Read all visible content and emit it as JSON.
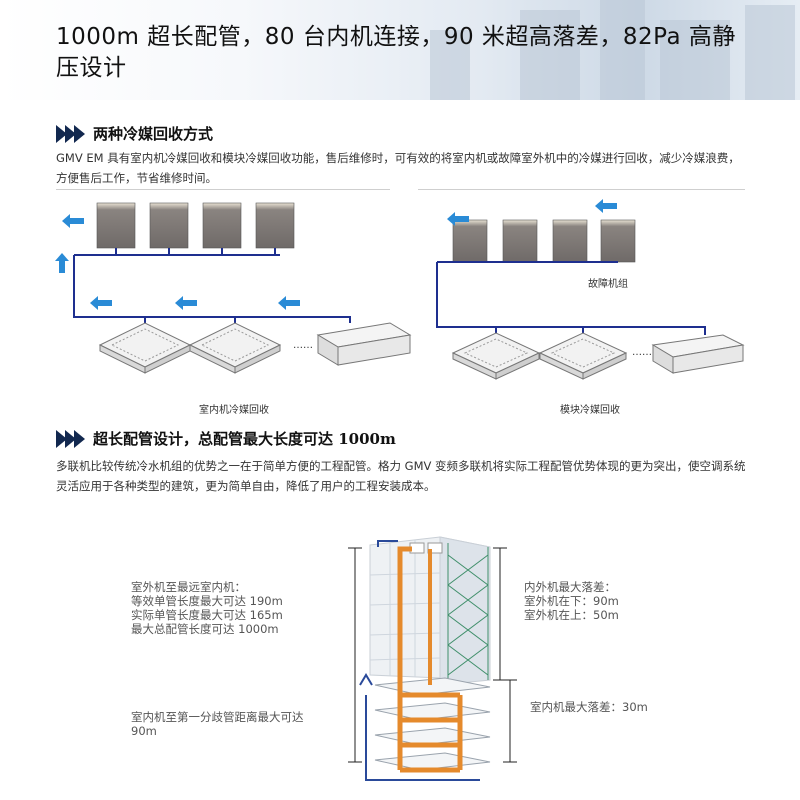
{
  "hero": {
    "title": "1000m 超长配管，80 台内机连接，90 米超高落差，82Pa 高静压设计"
  },
  "section1": {
    "title": "两种冷媒回收方式",
    "paragraph": "GMV EM 具有室内机冷媒回收和模块冷媒回收功能，售后维修时，可有效的将室内机或故障室外机中的冷媒进行回收，减少冷媒浪费，方便售后工作，节省维修时间。",
    "diagram_left_caption": "室内机冷媒回收",
    "diagram_right_caption": "模块冷媒回收",
    "fault_label": "故障机组",
    "ellipsis": "……"
  },
  "section2": {
    "title": "超长配管设计，总配管最大长度可达 1000m",
    "paragraph": "多联机比较传统冷水机组的优势之一在于简单方便的工程配管。格力 GMV 变频多联机将实际工程配管优势体现的更为突出，使空调系统灵活应用于各种类型的建筑，更为简单自由，降低了用户的工程安装成本。",
    "left_notes": [
      "室外机至最远室内机：",
      "等效单管长度最大可达 190m",
      "实际单管长度最大可达 165m",
      "最大总配管长度可达 1000m"
    ],
    "left_bottom_notes": [
      "室内机至第一分歧管距离最大可达",
      "90m"
    ],
    "right_notes": [
      "内外机最大落差：",
      "室外机在下：90m",
      "室外机在上：50m"
    ],
    "right_bottom_note": "室内机最大落差：30m"
  },
  "colors": {
    "pipe_blue": "#1e2f8f",
    "arrow_blue": "#2a8bd6",
    "pipe_orange": "#e58a2c",
    "heading_dark": "#12284f"
  }
}
